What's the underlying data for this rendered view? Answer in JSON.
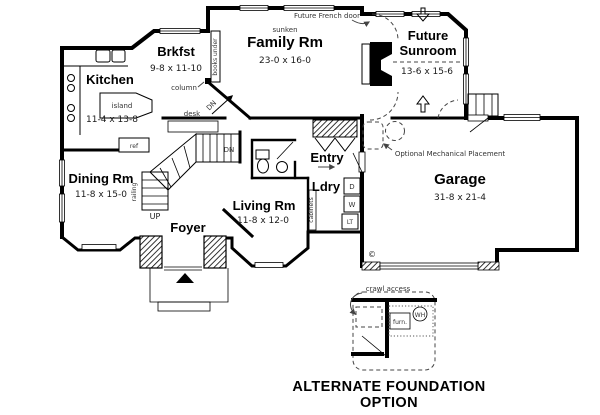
{
  "rooms": {
    "kitchen": {
      "name": "Kitchen",
      "dims": "11-4 x 13-8",
      "island": "island",
      "ref": "ref"
    },
    "brkfst": {
      "name": "Brkfst",
      "dims": "9-8 x 11-10",
      "column": "column"
    },
    "family": {
      "name": "Family Rm",
      "dims": "23-0 x 16-0",
      "sunken": "sunken",
      "french_door": "Future French door",
      "books_under": "books under",
      "dn": "DN"
    },
    "sunroom": {
      "name_line1": "Future",
      "name_line2": "Sunroom",
      "dims": "13-6 x 15-6"
    },
    "garage": {
      "name": "Garage",
      "dims": "31-8 x 21-4",
      "mech": "Optional Mechanical Placement",
      "copyright": "©"
    },
    "entry": {
      "name": "Entry"
    },
    "ldry": {
      "name": "Ldry",
      "dryer": "D",
      "washer": "W",
      "tub": "LT",
      "cabinets": "cabinets"
    },
    "dining": {
      "name": "Dining Rm",
      "dims": "11-8 x 15-0"
    },
    "living": {
      "name": "Living Rm",
      "dims": "11-8 x 12-0"
    },
    "foyer": {
      "name": "Foyer"
    },
    "stairs": {
      "up": "UP",
      "dn": "DN",
      "dn_family": "DN",
      "desk": "desk",
      "railing": "railing"
    }
  },
  "foundation": {
    "crawl_access": "crawl access",
    "furnace": "furn.",
    "water_heater": "WH",
    "caption_line1": "ALTERNATE FOUNDATION",
    "caption_line2": "OPTION"
  },
  "colors": {
    "ink": "#000000",
    "annotation": "#333333",
    "background": "#ffffff"
  }
}
